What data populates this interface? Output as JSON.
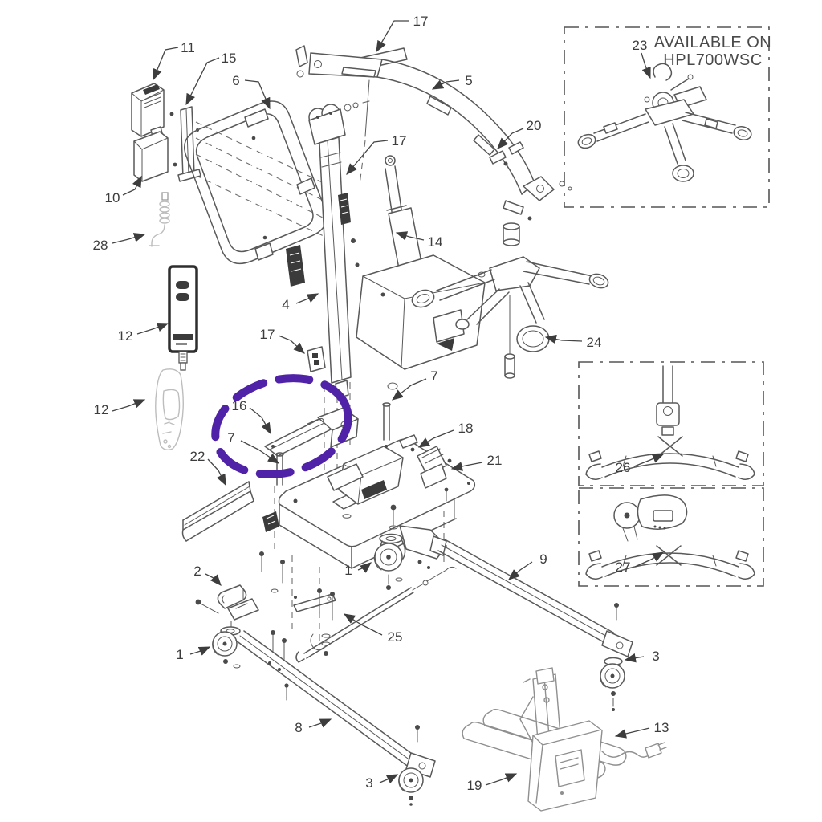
{
  "availability_note": {
    "line1": "AVAILABLE ON",
    "line2": "HPL700WSC"
  },
  "highlight": {
    "part": "16",
    "color": "#4f22a8"
  },
  "callouts": {
    "c1a": "1",
    "c1b": "1",
    "c2": "2",
    "c3a": "3",
    "c3b": "3",
    "c4": "4",
    "c5": "5",
    "c6": "6",
    "c7a": "7",
    "c7b": "7",
    "c8": "8",
    "c9": "9",
    "c10": "10",
    "c11": "11",
    "c12a": "12",
    "c12b": "12",
    "c13": "13",
    "c14": "14",
    "c15": "15",
    "c16": "16",
    "c17a": "17",
    "c17b": "17",
    "c17c": "17",
    "c18": "18",
    "c19": "19",
    "c20": "20",
    "c21": "21",
    "c22": "22",
    "c23": "23",
    "c24": "24",
    "c25": "25",
    "c26": "26",
    "c27": "27",
    "c28": "28"
  }
}
